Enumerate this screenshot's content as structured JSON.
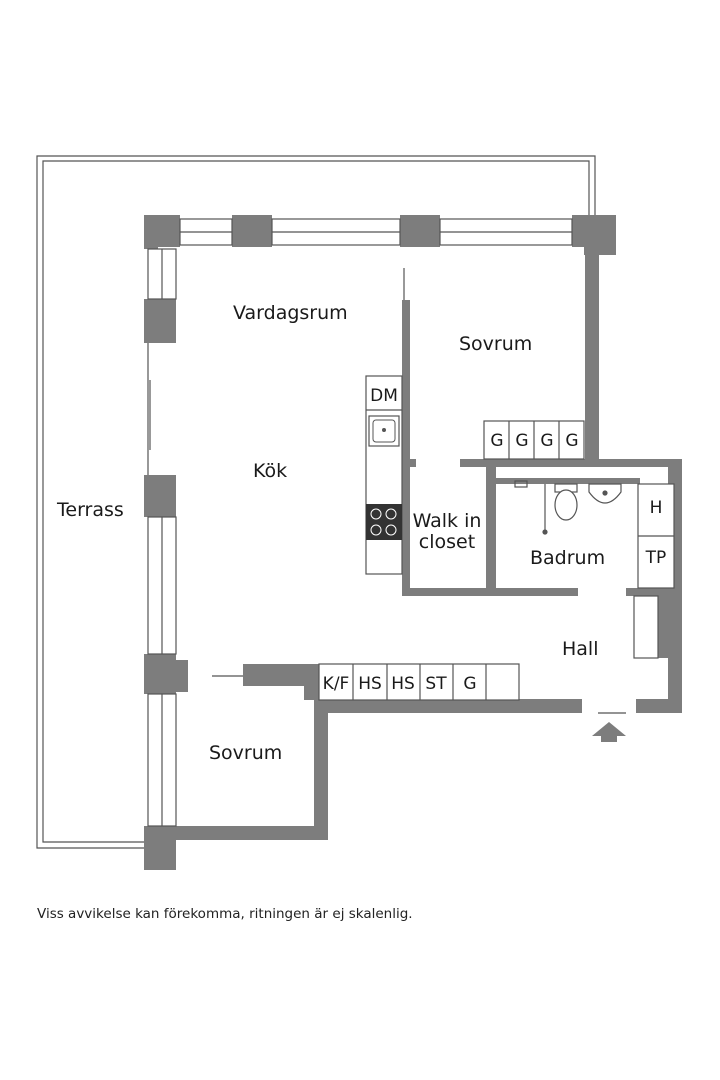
{
  "rooms": {
    "vardagsrum": "Vardagsrum",
    "sovrum_1": "Sovrum",
    "kok": "Kök",
    "terrass": "Terrass",
    "walk_in_1": "Walk in",
    "walk_in_2": "closet",
    "badrum": "Badrum",
    "hall": "Hall",
    "sovrum_2": "Sovrum"
  },
  "fixtures": {
    "dm": "DM",
    "wardrobe_1": "G",
    "wardrobe_2": "G",
    "wardrobe_3": "G",
    "wardrobe_4": "G",
    "h": "H",
    "tp": "TP",
    "kf": "K/F",
    "hs_1": "HS",
    "hs_2": "HS",
    "st": "ST",
    "g_hall": "G"
  },
  "icons": [
    "sink-icon",
    "stove-icon",
    "toilet-icon",
    "washbasin-icon",
    "shower-icon",
    "entrance-arrow-icon"
  ],
  "colors": {
    "wall": "#7d7d7d",
    "line": "#555555"
  },
  "disclaimer": "Viss avvikelse kan förekomma, ritningen är ej skalenlig."
}
